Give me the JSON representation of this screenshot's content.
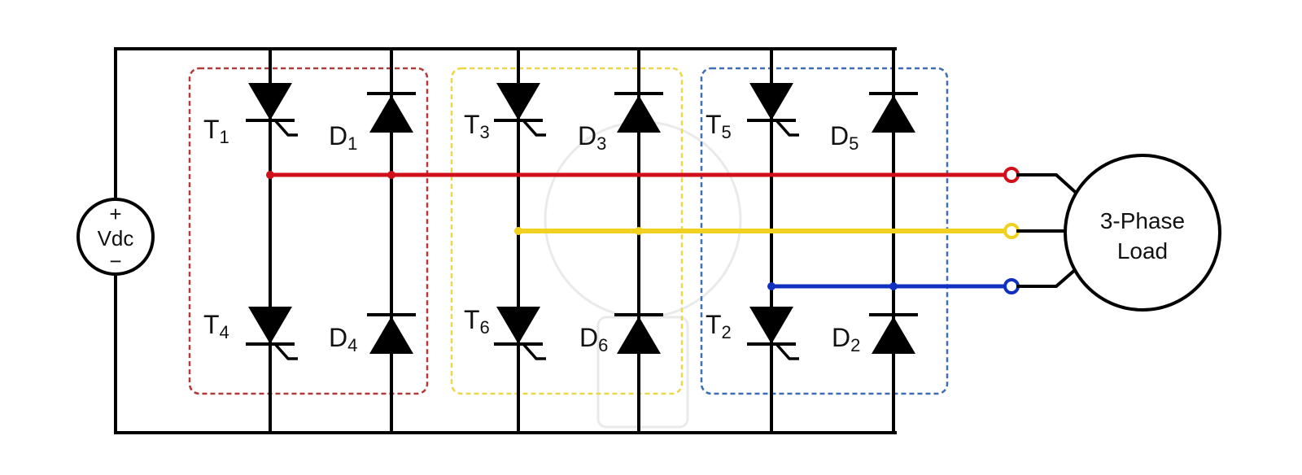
{
  "source": {
    "label": "Vdc",
    "plus": "+",
    "minus": "−"
  },
  "load": {
    "line1": "3-Phase",
    "line2": "Load"
  },
  "legs": [
    {
      "top_switch": "T",
      "top_switch_sub": "1",
      "top_diode": "D",
      "top_diode_sub": "1",
      "bottom_switch": "T",
      "bottom_switch_sub": "4",
      "bottom_diode": "D",
      "bottom_diode_sub": "4"
    },
    {
      "top_switch": "T",
      "top_switch_sub": "3",
      "top_diode": "D",
      "top_diode_sub": "3",
      "bottom_switch": "T",
      "bottom_switch_sub": "6",
      "bottom_diode": "D",
      "bottom_diode_sub": "6"
    },
    {
      "top_switch": "T",
      "top_switch_sub": "5",
      "top_diode": "D",
      "top_diode_sub": "5",
      "bottom_switch": "T",
      "bottom_switch_sub": "2",
      "bottom_diode": "D",
      "bottom_diode_sub": "2"
    }
  ],
  "colors": {
    "phase_a": "#d0101a",
    "phase_b": "#f0d020",
    "phase_c": "#1030c0",
    "group_1": "#b33a3a",
    "group_2": "#ead84a",
    "group_3": "#3f6fb0"
  }
}
